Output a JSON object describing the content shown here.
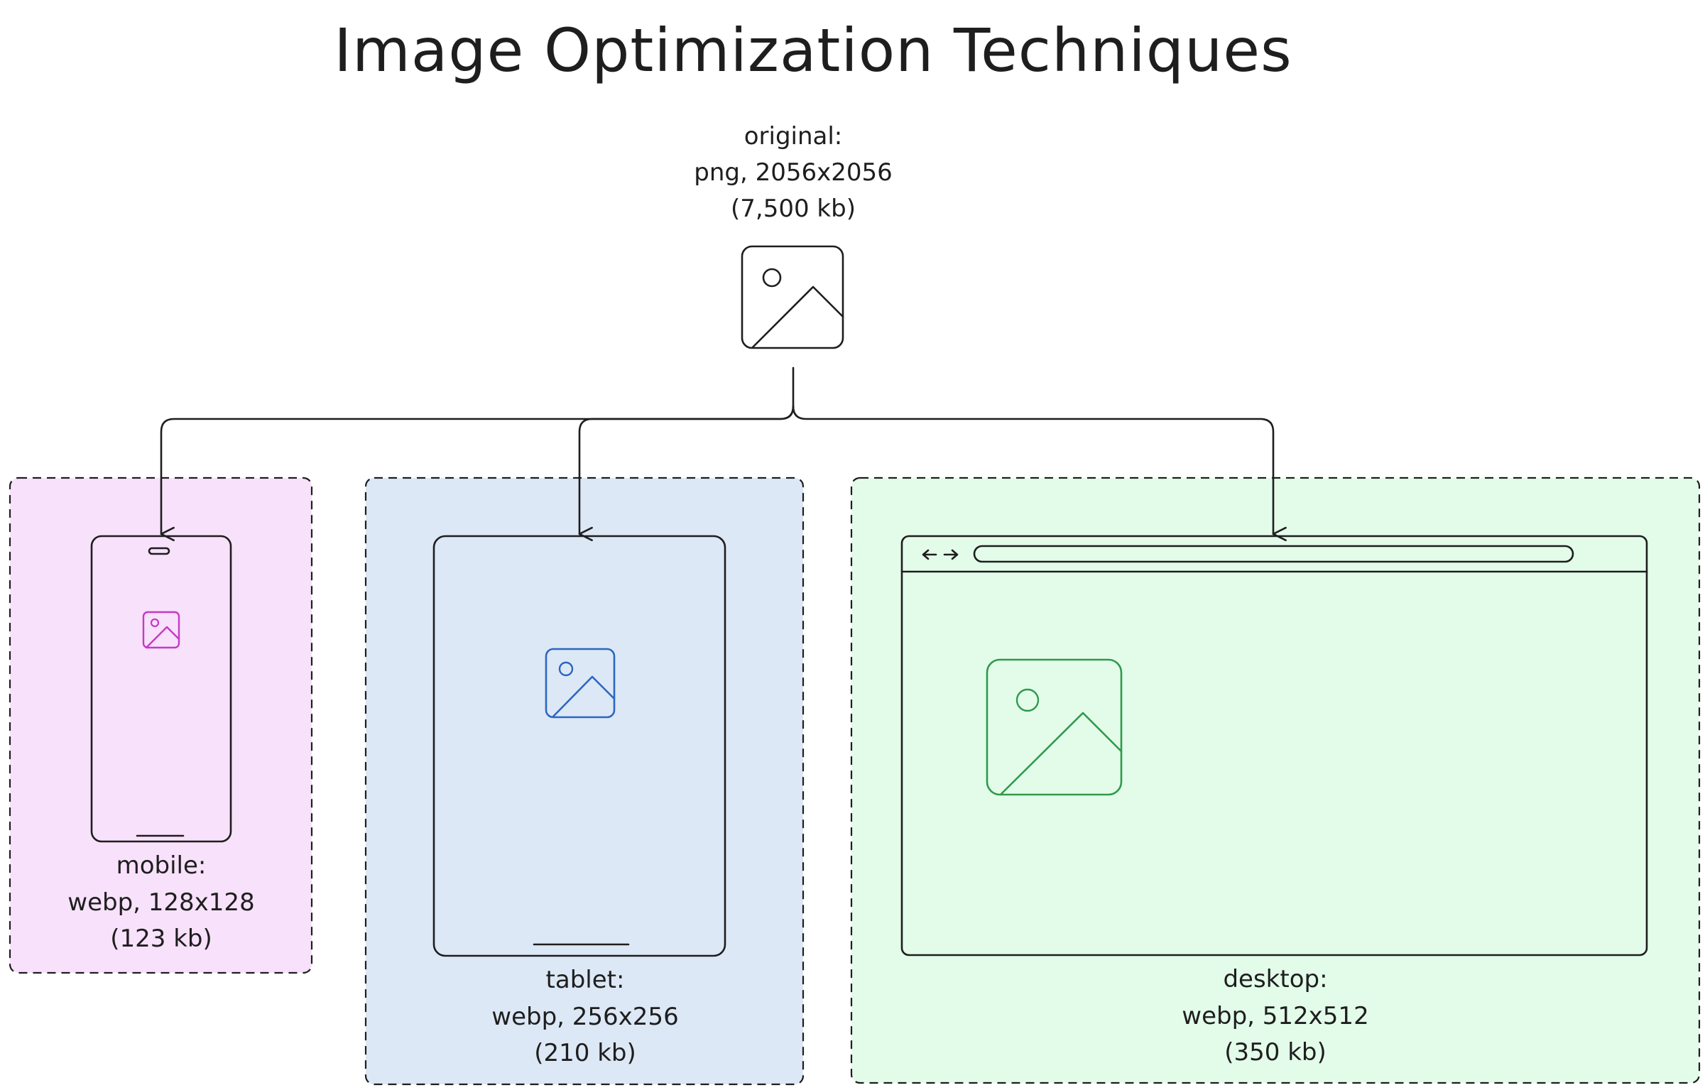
{
  "title": "Image Optimization Techniques",
  "colors": {
    "ink": "#1e1e1e",
    "mobile_zone_fill": "#f8e1fa",
    "mobile_accent": "#c43ac8",
    "tablet_zone_fill": "#dde8f6",
    "tablet_accent": "#2b67c0",
    "desktop_zone_fill": "#e3fcea",
    "desktop_accent": "#2f9a4a"
  },
  "original": {
    "line1": "original:",
    "line2": "png, 2056x2056",
    "line3": "(7,500 kb)",
    "icon": "image-icon"
  },
  "mobile": {
    "line1": "mobile:",
    "line2": "webp, 128x128",
    "line3": "(123 kb)",
    "icon": "image-icon"
  },
  "tablet": {
    "line1": "tablet:",
    "line2": "webp, 256x256",
    "line3": "(210 kb)",
    "icon": "image-icon"
  },
  "desktop": {
    "line1": "desktop:",
    "line2": "webp, 512x512",
    "line3": "(350 kb)",
    "icon": "image-icon",
    "browser_nav_icon": "back-forward-arrows-icon"
  }
}
